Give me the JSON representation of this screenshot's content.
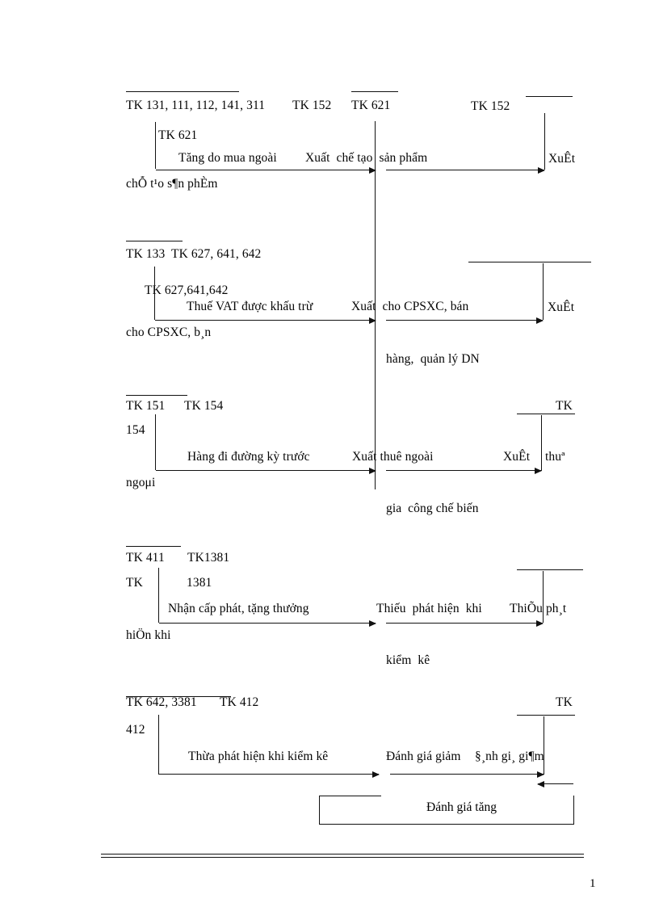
{
  "document": {
    "title": "So do ke toan tong hop nguyen vat lieu (TK 152)",
    "page_number": "1"
  },
  "sections": [
    {
      "id": "section-1",
      "headers": {
        "left": "TK 131, 111, 112, 141, 311",
        "left_second": "TK 152",
        "center": "TK 621",
        "right": "TK 152"
      },
      "inner_label": "TK 621",
      "left_flow_label": "Tăng do mua ngoài",
      "center_flow_label": "Xuất  chế tạo  sản phẩm",
      "right_end_label": "XuÊt",
      "overflow_line": "chỖ t¹o s¶n phÈm"
    },
    {
      "id": "section-2",
      "headers": {
        "left": "TK 133",
        "center": "TK 627, 641, 642"
      },
      "inner_label": "TK 627,641,642",
      "left_flow_label": "Thuế VAT được khấu trừ",
      "center_flow_label": "Xuất  cho CPSXC, bán",
      "center_flow_label_2": "hàng,  quản lý DN",
      "right_end_label": "XuÊt",
      "overflow_line": "cho CPSXC, b¸n"
    },
    {
      "id": "section-3",
      "headers": {
        "left": "TK 151",
        "center": "TK 154",
        "right": "TK"
      },
      "inner_label": "154",
      "left_flow_label": "Hàng đi đường kỳ trước",
      "center_flow_label": "Xuất thuê ngoài",
      "center_flow_label_2": "gia  công chế biến",
      "right_end_label": "XuÊt",
      "right_end_label_2": "thuª",
      "overflow_line": "ngoμi"
    },
    {
      "id": "section-4",
      "headers": {
        "left": "TK 411",
        "center": "TK1381",
        "left_inner": "TK"
      },
      "inner_label": "1381",
      "left_flow_label": "Nhận cấp phát, tặng thưởng",
      "center_flow_label": "Thiếu  phát hiện  khi",
      "center_flow_label_2": "kiểm  kê",
      "right_end_label": "ThiÕu ph¸t",
      "overflow_line": "hiÖn khi"
    },
    {
      "id": "section-5",
      "headers": {
        "left": "TK 642, 3381",
        "center": "TK 412",
        "right": "TK"
      },
      "inner_label": "412",
      "left_flow_label": "Thừa phát hiện khi kiểm kê",
      "center_flow_label": "Đánh giá giảm",
      "right_end_label": "§¸nh gi¸ gi¶m",
      "loop_label": "Đánh giá tăng"
    }
  ],
  "colors": {
    "ink": "#050505",
    "rule": "#111111",
    "page_background": "#ffffff"
  }
}
